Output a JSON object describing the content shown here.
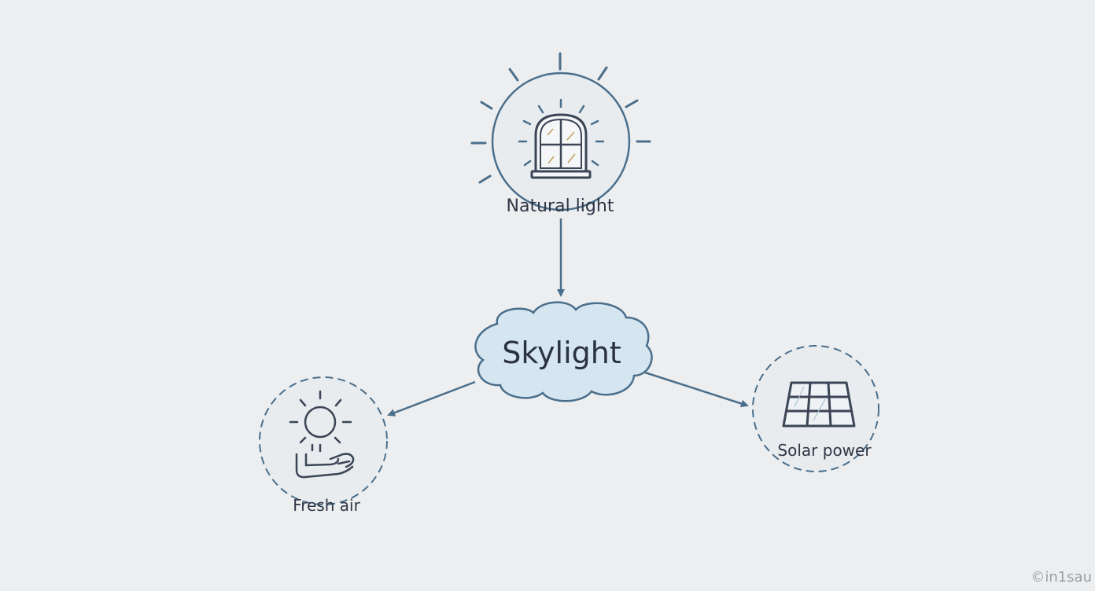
{
  "nodes": {
    "center": {
      "label": "Skylight",
      "icon": "cloud-icon"
    },
    "top": {
      "label": "Natural light",
      "icon": "window-icon"
    },
    "left": {
      "label": "Fresh air",
      "icon": "sun-hand-icon"
    },
    "right": {
      "label": "Solar power",
      "icon": "solar-panel-icon"
    }
  },
  "edges": [
    {
      "from": "Natural light",
      "to": "Skylight"
    },
    {
      "from": "Skylight",
      "to": "Fresh air"
    },
    {
      "from": "Skylight",
      "to": "Solar power"
    }
  ],
  "watermark": "©in1sau",
  "colors": {
    "background": "#edeeef",
    "stroke": "#4a6f8c",
    "cloud_fill": "#d6e6f1",
    "text": "#2f3645"
  }
}
